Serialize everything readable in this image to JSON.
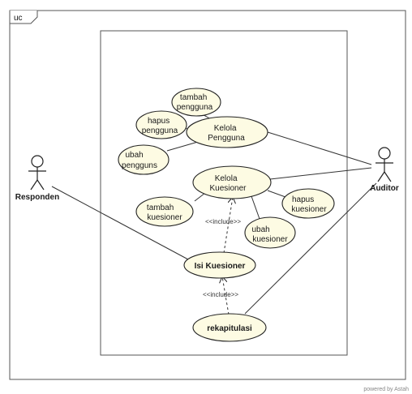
{
  "frame": {
    "label": "uc"
  },
  "actors": [
    {
      "id": "responden",
      "label": "Responden"
    },
    {
      "id": "auditor",
      "label": "Auditor"
    }
  ],
  "use_cases": [
    {
      "id": "tambah_pengguna",
      "lines": [
        "tambah",
        "pengguna"
      ]
    },
    {
      "id": "hapus_pengguna",
      "lines": [
        "hapus",
        "pengguna"
      ]
    },
    {
      "id": "kelola_pengguna",
      "lines": [
        "Kelola",
        "Pengguna"
      ]
    },
    {
      "id": "ubah_pengguna",
      "lines": [
        "ubah",
        "pengguns"
      ]
    },
    {
      "id": "kelola_kuesioner",
      "lines": [
        "Kelola",
        "Kuesioner"
      ]
    },
    {
      "id": "tambah_kuesioner",
      "lines": [
        "tambah",
        "kuesioner"
      ]
    },
    {
      "id": "hapus_kuesioner",
      "lines": [
        "hapus",
        "kuesioner"
      ]
    },
    {
      "id": "ubah_kuesioner",
      "lines": [
        "ubah",
        "kuesioner"
      ]
    },
    {
      "id": "isi_kuesioner",
      "lines": [
        "Isi Kuesioner"
      ]
    },
    {
      "id": "rekapitulasi",
      "lines": [
        "rekapitulasi"
      ]
    }
  ],
  "relations": [
    {
      "id": "include_1",
      "label": "<<include>>"
    },
    {
      "id": "include_2",
      "label": "<<include>>"
    }
  ],
  "footer": {
    "text": "powered by Astah"
  }
}
